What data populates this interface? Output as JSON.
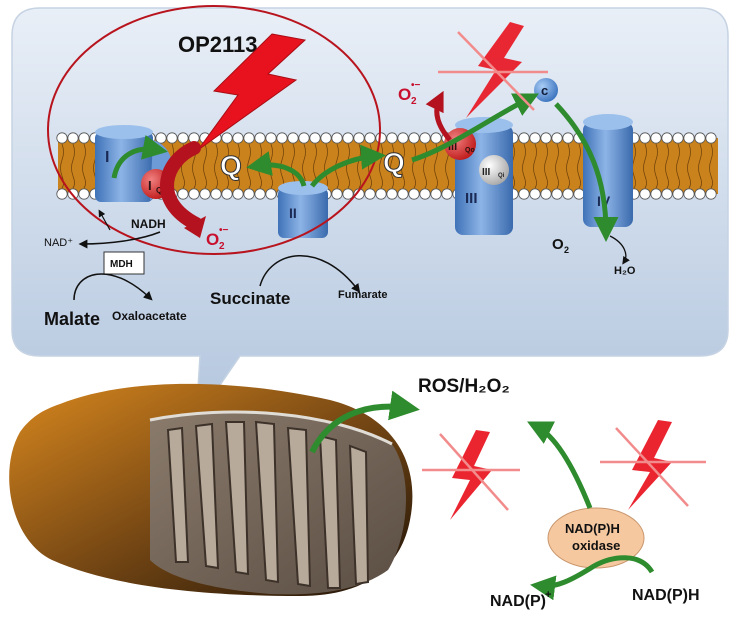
{
  "labels": {
    "inhibitor": "OP2113",
    "complex_I": "I",
    "complex_I_q": "I",
    "complex_I_q_sub": "Q",
    "complex_II": "II",
    "complex_III": "III",
    "complex_III_qo": "III",
    "complex_III_qo_sub": "Qo",
    "complex_III_qi": "III",
    "complex_III_qi_sub": "Qi",
    "complex_IV": "IV",
    "cyt_c": "c",
    "q1": "Q",
    "q2": "Q",
    "superoxide_left_main": "O",
    "superoxide_left_sub": "2",
    "superoxide_left_sup": "•−",
    "superoxide_right_main": "O",
    "superoxide_right_sub": "2",
    "superoxide_right_sup": "•−",
    "nadh": "NADH",
    "nad_plus": "NAD⁺",
    "mdh": "MDH",
    "malate": "Malate",
    "oxaloacetate": "Oxaloacetate",
    "succinate": "Succinate",
    "fumarate": "Fumarate",
    "o2_main": "O",
    "o2_sub": "2",
    "h2o": "H₂O",
    "ros": "ROS/H₂O₂",
    "nadph_oxidase_line1": "NAD(P)H",
    "nadph_oxidase_line2": "oxidase",
    "nadp_plus_main": "NAD(P)",
    "nadp_plus_sup": "+",
    "nadph": "NAD(P)H"
  },
  "colors": {
    "bubble_top": "#e4ecf6",
    "bubble_bottom": "#b6c9e0",
    "complex_blue": "#5b8fd1",
    "superoxide_red": "#c8102e",
    "green_arrow": "#2e8b2e",
    "bolt_red": "#e8121e",
    "membrane_orange": "#c9821c",
    "oxidase_fill": "#f6c8a0"
  },
  "icons": [
    "lightning-bolt-icon",
    "crossed-out-lightning-icon",
    "mitochondrion-illustration"
  ]
}
